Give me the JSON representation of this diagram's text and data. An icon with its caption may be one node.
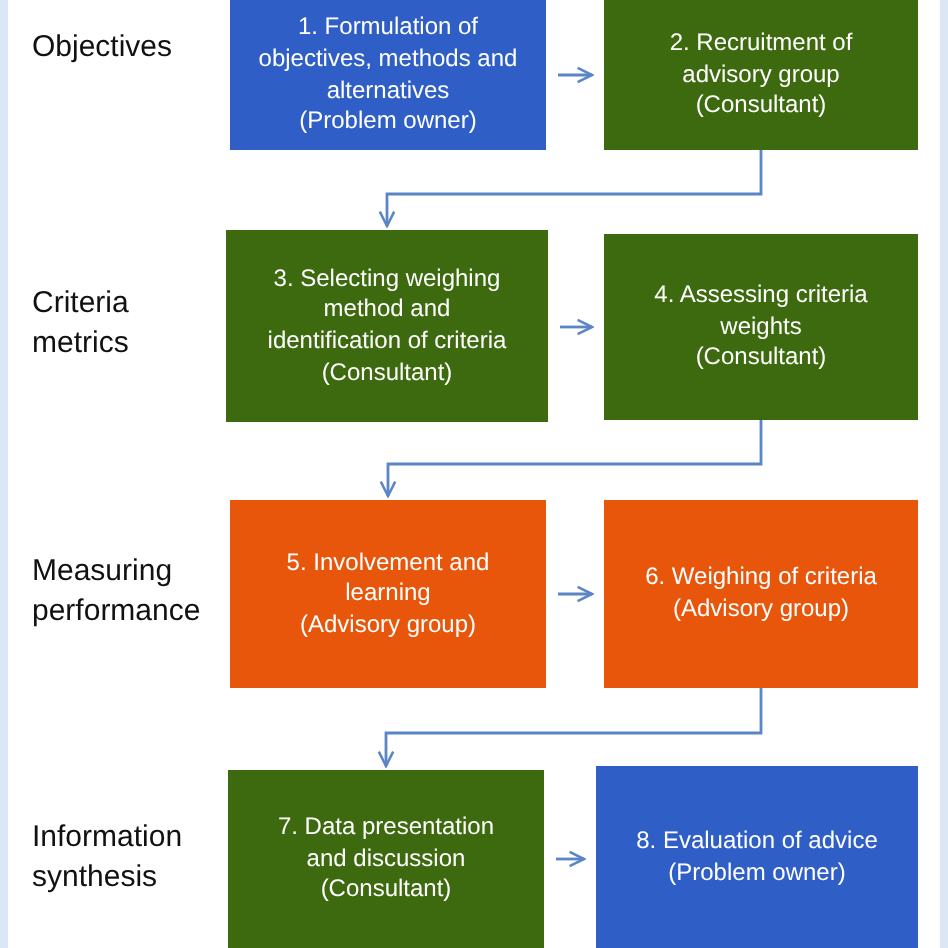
{
  "diagram": {
    "nodes": [
      {
        "text": [
          "1. Formulation of objectives, methods and alternatives",
          "(Problem owner)"
        ]
      },
      {
        "text": [
          "2. Recruitment of advisory group",
          "(Consultant)"
        ]
      },
      {
        "text": [
          "3. Selecting weighing method and identification of criteria",
          "(Consultant)"
        ]
      },
      {
        "text": [
          "4. Assessing criteria weights",
          "(Consultant)"
        ]
      },
      {
        "text": [
          "5. Involvement and learning",
          "(Advisory group)"
        ]
      },
      {
        "text": [
          "6. Weighing of criteria",
          "(Advisory group)"
        ]
      },
      {
        "text": [
          "7. Data presentation and discussion",
          "(Consultant)"
        ]
      },
      {
        "text": [
          "8. Evaluation of advice",
          "(Problem owner)"
        ]
      }
    ],
    "edges": [
      {
        "from": 0,
        "to": 1,
        "arrow": "to"
      },
      {
        "from": 1,
        "to": 2,
        "arrow": "to"
      },
      {
        "from": 2,
        "to": 3,
        "arrow": "to"
      },
      {
        "from": 3,
        "to": 4,
        "arrow": "to"
      },
      {
        "from": 4,
        "to": 5,
        "arrow": "to"
      },
      {
        "from": 5,
        "to": 6,
        "arrow": "to"
      },
      {
        "from": 6,
        "to": 7,
        "arrow": "to"
      }
    ],
    "labels": [
      "Objectives",
      "Criteria metrics",
      "Measuring performance",
      "Information synthesis"
    ]
  }
}
